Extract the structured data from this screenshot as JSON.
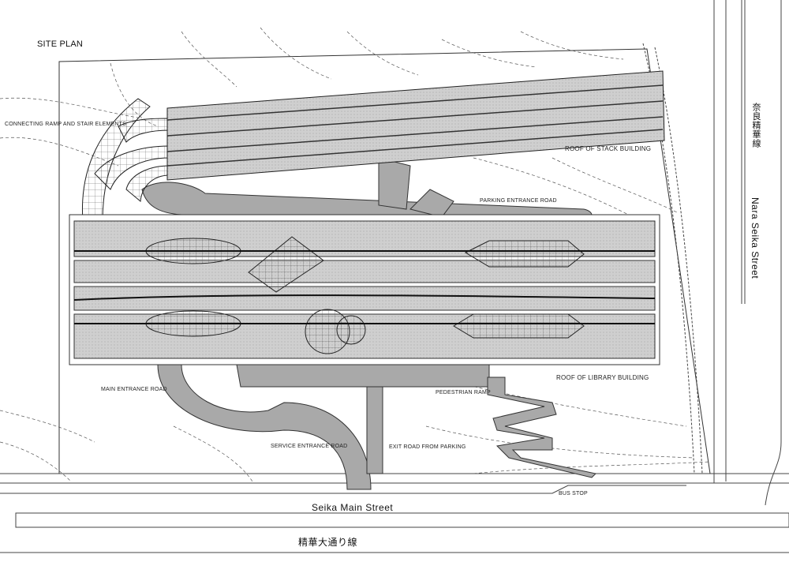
{
  "title": "SITE PLAN",
  "labels": {
    "connecting_ramp": "CONNECTING RAMP AND STAIR ELEMENTS",
    "roof_stack": "ROOF OF STACK BUILDING",
    "parking_entrance": "PARKING ENTRANCE ROAD",
    "roof_library": "ROOF OF LIBRARY BUILDING",
    "main_entrance": "MAIN ENTRANCE ROAD",
    "pedestrian_ramp": "PEDESTRIAN RAMP",
    "service_entrance": "SERVICE ENTRANCE ROAD",
    "exit_road": "EXIT ROAD FROM PARKING",
    "bus_stop": "BUS STOP"
  },
  "streets": {
    "nara_seika_jp": "奈良精華線",
    "nara_seika_en": "Nara Seika Street",
    "seika_main_en": "Seika Main Street",
    "seika_main_jp": "精華大通り線"
  },
  "colors": {
    "road": "#a9a9a9",
    "roof": "#d4d4d4",
    "line": "#222222"
  }
}
